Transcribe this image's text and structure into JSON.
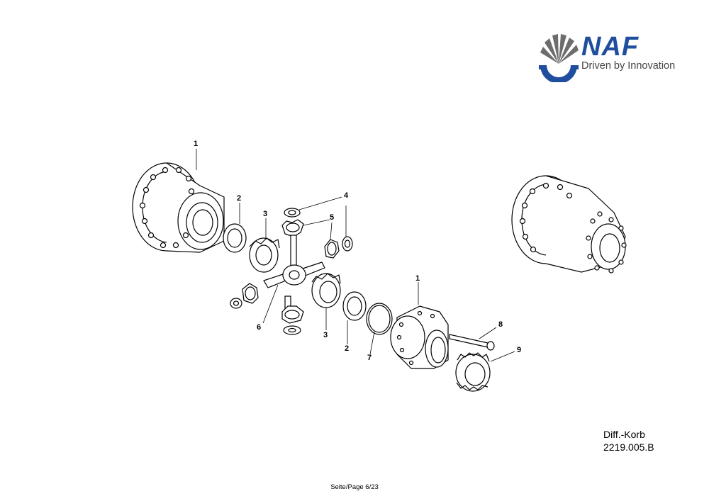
{
  "brand": {
    "name": "NAF",
    "tagline": "Driven by Innovation"
  },
  "callouts": [
    "1",
    "2",
    "3",
    "4",
    "5",
    "6",
    "3",
    "2",
    "7",
    "1",
    "8",
    "9"
  ],
  "caption": {
    "line1": "Diff.-Korb",
    "line2": "2219.005.B"
  },
  "footer": "Seite/Page 6/23",
  "colors": {
    "brand_blue": "#1f4e9e",
    "brand_gray": "#666666"
  }
}
